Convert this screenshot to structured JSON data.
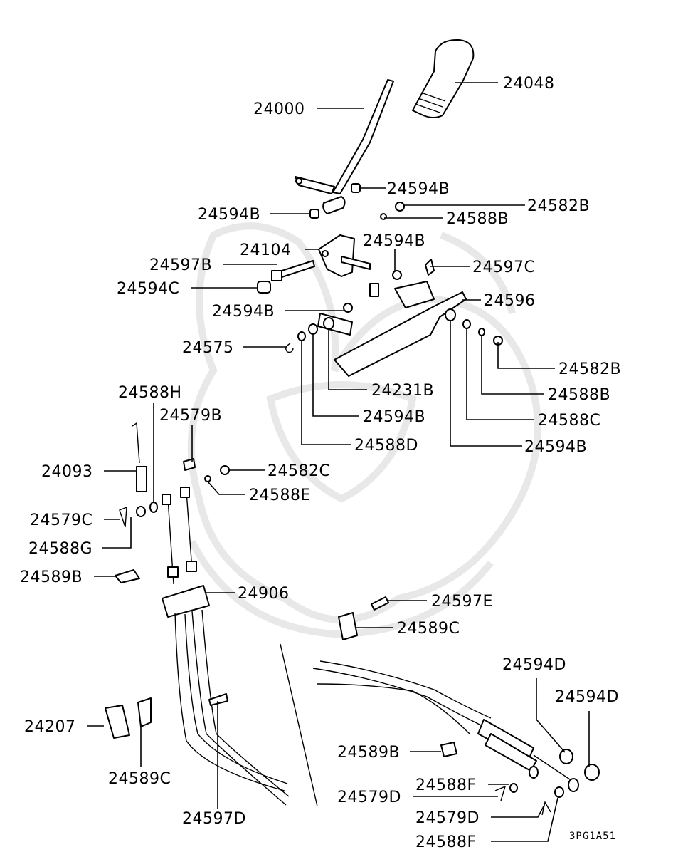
{
  "diagram_code": "3PG1A51",
  "parts": [
    {
      "label": "24048"
    },
    {
      "label": "24000"
    },
    {
      "label": "24594B"
    },
    {
      "label": "24582B"
    },
    {
      "label": "24594B"
    },
    {
      "label": "24588B"
    },
    {
      "label": "24104"
    },
    {
      "label": "24594B"
    },
    {
      "label": "24597B"
    },
    {
      "label": "24597C"
    },
    {
      "label": "24594C"
    },
    {
      "label": "24596"
    },
    {
      "label": "24594B"
    },
    {
      "label": "24575"
    },
    {
      "label": "24582B"
    },
    {
      "label": "24231B"
    },
    {
      "label": "24588B"
    },
    {
      "label": "24588H"
    },
    {
      "label": "24594B"
    },
    {
      "label": "24588C"
    },
    {
      "label": "24579B"
    },
    {
      "label": "24588D"
    },
    {
      "label": "24594B"
    },
    {
      "label": "24093"
    },
    {
      "label": "24582C"
    },
    {
      "label": "24588E"
    },
    {
      "label": "24579C"
    },
    {
      "label": "24588G"
    },
    {
      "label": "24589B"
    },
    {
      "label": "24906"
    },
    {
      "label": "24597E"
    },
    {
      "label": "24589C"
    },
    {
      "label": "24594D"
    },
    {
      "label": "24594D"
    },
    {
      "label": "24207"
    },
    {
      "label": "24589B"
    },
    {
      "label": "24589C"
    },
    {
      "label": "24588F"
    },
    {
      "label": "24579D"
    },
    {
      "label": "24579D"
    },
    {
      "label": "24597D"
    },
    {
      "label": "24588F"
    }
  ]
}
